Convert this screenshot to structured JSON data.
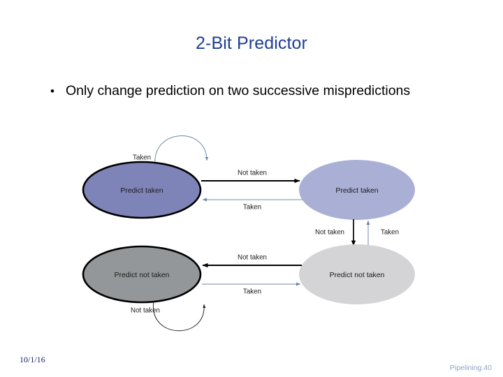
{
  "slide": {
    "title": "2-Bit Predictor",
    "title_color": "#1f3f94",
    "bullets": [
      {
        "marker": "•",
        "text": "Only change prediction on two successive mispredictions"
      }
    ],
    "footer": {
      "date": "10/1/16",
      "reference": "Pipelining.40",
      "date_color": "#1b2163",
      "reference_color": "#8aa2c4"
    }
  },
  "diagram": {
    "type": "state-machine",
    "colors": {
      "strong_taken_fill": "#7f84b8",
      "weak_taken_fill": "#aaafd6",
      "strong_not_taken_fill": "#949799",
      "weak_not_taken_fill": "#d4d4d6",
      "outline_dark": "#000000",
      "arrow_black": "#000000",
      "arrow_blue": "#6f87a8"
    },
    "nodes": [
      {
        "id": "strong-taken",
        "label": "Predict taken",
        "fill": "#7f84b8",
        "outlined": true
      },
      {
        "id": "weak-taken",
        "label": "Predict taken",
        "fill": "#aaafd6",
        "outlined": false
      },
      {
        "id": "strong-not-taken",
        "label": "Predict not taken",
        "fill": "#949799",
        "outlined": true
      },
      {
        "id": "weak-not-taken",
        "label": "Predict not taken",
        "fill": "#d4d4d6",
        "outlined": false
      }
    ],
    "edges": [
      {
        "id": "self-strong-taken",
        "label": "Taken",
        "from": "strong-taken",
        "to": "strong-taken",
        "style": "blue"
      },
      {
        "id": "strong-to-weak-taken",
        "label": "Not taken",
        "from": "strong-taken",
        "to": "weak-taken",
        "style": "black"
      },
      {
        "id": "weak-to-strong-taken",
        "label": "Taken",
        "from": "weak-taken",
        "to": "strong-taken",
        "style": "blue"
      },
      {
        "id": "weak-taken-down",
        "label": "Not taken",
        "from": "weak-taken",
        "to": "weak-not-taken",
        "style": "black"
      },
      {
        "id": "weak-not-taken-up",
        "label": "Taken",
        "from": "weak-not-taken",
        "to": "weak-taken",
        "style": "blue"
      },
      {
        "id": "weak-to-strong-nt",
        "label": "Not taken",
        "from": "weak-not-taken",
        "to": "strong-not-taken",
        "style": "black"
      },
      {
        "id": "strong-to-weak-nt",
        "label": "Taken",
        "from": "strong-not-taken",
        "to": "weak-not-taken",
        "style": "blue"
      },
      {
        "id": "self-strong-not-taken",
        "label": "Not taken",
        "from": "strong-not-taken",
        "to": "strong-not-taken",
        "style": "black"
      }
    ]
  }
}
